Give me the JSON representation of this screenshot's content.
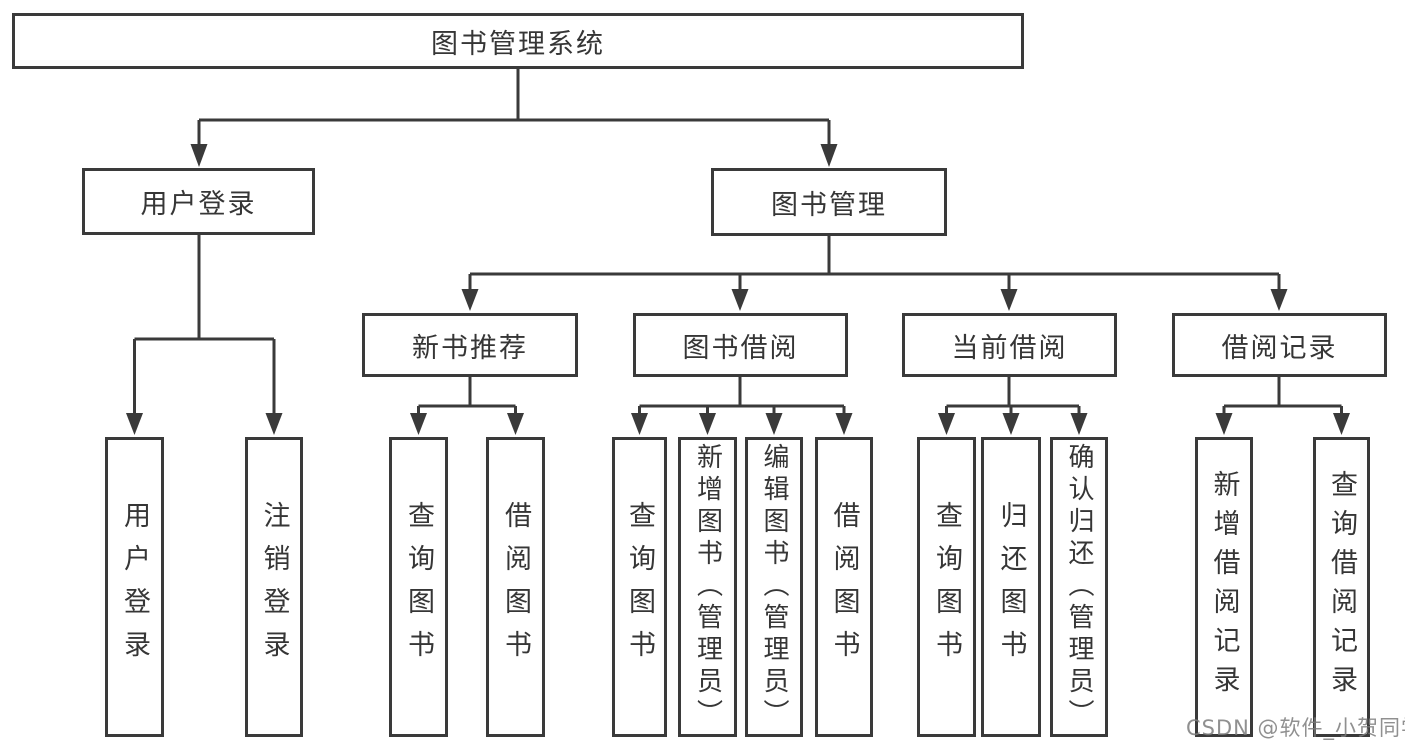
{
  "watermark": "CSDN @软件_小贺同学",
  "colors": {
    "line": "#3a3a3a",
    "text": "#363636",
    "background": "#ffffff",
    "watermark": "#7d7d7d"
  },
  "tree": {
    "label": "图书管理系统",
    "children": [
      {
        "label": "用户登录",
        "children": [
          {
            "label": "用户登录"
          },
          {
            "label": "注销登录"
          }
        ]
      },
      {
        "label": "图书管理",
        "children": [
          {
            "label": "新书推荐",
            "children": [
              {
                "label": "查询图书"
              },
              {
                "label": "借阅图书"
              }
            ]
          },
          {
            "label": "图书借阅",
            "children": [
              {
                "label": "查询图书"
              },
              {
                "label": "新增图书（管理员）"
              },
              {
                "label": "编辑图书（管理员）"
              },
              {
                "label": "借阅图书"
              }
            ]
          },
          {
            "label": "当前借阅",
            "children": [
              {
                "label": "查询图书"
              },
              {
                "label": "归还图书"
              },
              {
                "label": "确认归还（管理员）"
              }
            ]
          },
          {
            "label": "借阅记录",
            "children": [
              {
                "label": "新增借阅记录"
              },
              {
                "label": "查询借阅记录"
              }
            ]
          }
        ]
      }
    ]
  }
}
